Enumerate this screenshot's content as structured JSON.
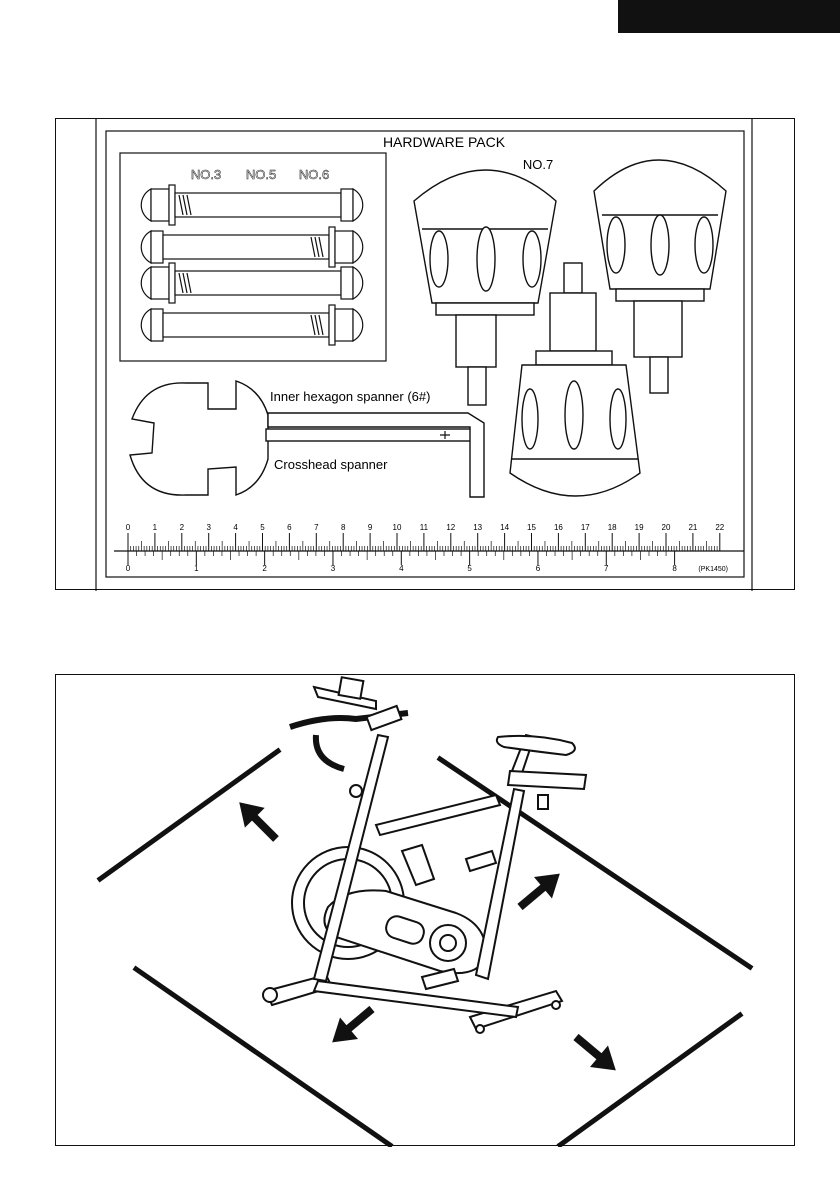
{
  "page": {
    "header_tab": ""
  },
  "hardware_pack": {
    "title": "HARDWARE PACK",
    "bolt_labels": [
      "NO.3",
      "NO.5",
      "NO.6"
    ],
    "knob_label": "NO.7",
    "hex_label": "Inner hexagon spanner (6#)",
    "cross_label": "Crosshead spanner",
    "cm_ticks": [
      "0",
      "1",
      "2",
      "3",
      "4",
      "5",
      "6",
      "7",
      "8",
      "9",
      "10",
      "11",
      "12",
      "13",
      "14",
      "15",
      "16",
      "17",
      "18",
      "19",
      "20",
      "21",
      "22"
    ],
    "inch_ticks": [
      "0",
      "1",
      "2",
      "3",
      "4",
      "5",
      "6",
      "7",
      "8"
    ],
    "code": "(PK1450)"
  },
  "bike_section": {
    "arrows": [
      "front-left",
      "rear-right",
      "front-down",
      "rear-down"
    ]
  }
}
